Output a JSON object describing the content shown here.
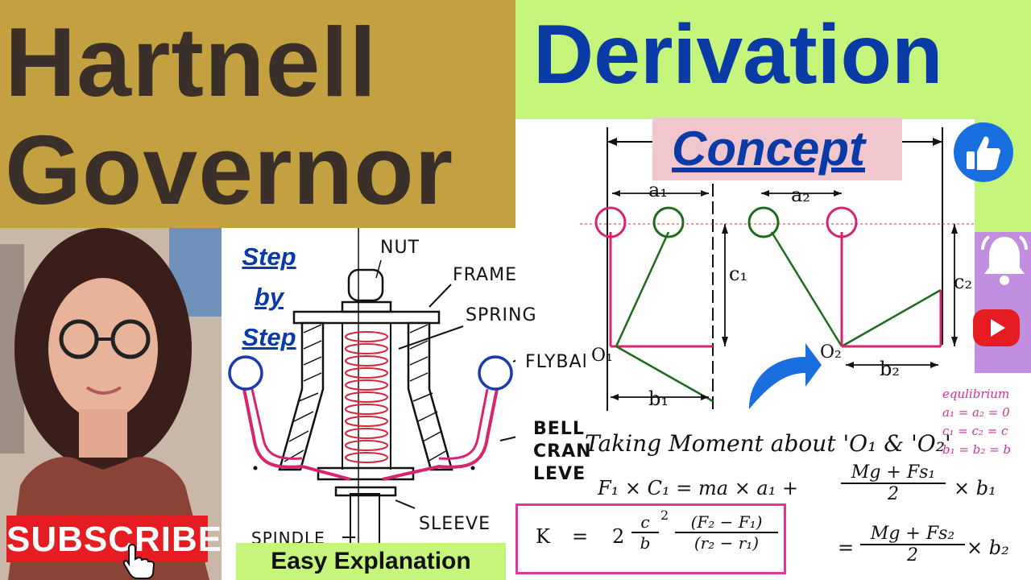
{
  "title": {
    "line1": "Hartnell",
    "line2": "Governor"
  },
  "derivation": "Derivation",
  "concept": "Concept",
  "step_by_step": [
    "Step",
    "by",
    "Step"
  ],
  "diagram_labels": {
    "nut": "NUT",
    "frame": "FRAME",
    "spring": "SPRING",
    "flyball": "FLYBAl",
    "bell_crank_lever": [
      "BELL",
      "CRAN",
      "LEVE"
    ],
    "sleeve": "SLEEVE",
    "spindle": "SPINDLE"
  },
  "subscribe": "SUBSCRIBE",
  "easy_explanation": "Easy Explanation",
  "geometry_labels": {
    "a1": "a₁",
    "a2": "a₂",
    "c1": "c₁",
    "c2": "c₂",
    "o1": "O₁",
    "o2": "O₂",
    "b1": "b₁",
    "b2": "b₂"
  },
  "equilibrium_notes": [
    "equlibrium",
    "a₁ = a₂ = 0",
    "c₁ = c₂ = c",
    "b₁ = b₂ = b"
  ],
  "taking_moment": "Taking Moment about 'O₁ & 'O₂'",
  "equation1": {
    "left": "F₁ × C₁ = ma × a₁ +",
    "num": "Mg + Fs₁",
    "den": "2",
    "tail": "× b₁"
  },
  "equation2": {
    "left": "=",
    "num": "Mg + Fs₂",
    "den": "2",
    "tail": "× b₂"
  },
  "formula": {
    "k": "K",
    "eq": "=",
    "two": "2",
    "frac_c": "c",
    "frac_b": "b",
    "sq": "2",
    "num": "(F₂ − F₁)",
    "den": "(r₂ − r₁)"
  },
  "colors": {
    "title_bg": "#c3a040",
    "green": "#c6f57c",
    "blue": "#0a3aa6",
    "pink": "#e0359a",
    "purple": "#c28ee0",
    "red": "#e51d22"
  },
  "icons": [
    "like-icon",
    "bell-icon",
    "youtube-icon",
    "share-arrow-icon",
    "cursor-hand-icon"
  ]
}
